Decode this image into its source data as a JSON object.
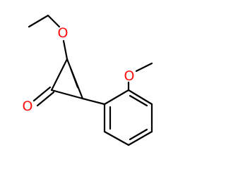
{
  "molecule": {
    "atoms": [
      {
        "id": "O_ethoxy",
        "symbol": "O",
        "color": "#ff0d0d"
      },
      {
        "id": "O_carbonyl",
        "symbol": "O",
        "color": "#ff0d0d"
      },
      {
        "id": "O_methoxy",
        "symbol": "O",
        "color": "#ff0d0d"
      }
    ],
    "bond_color": "#000000"
  }
}
